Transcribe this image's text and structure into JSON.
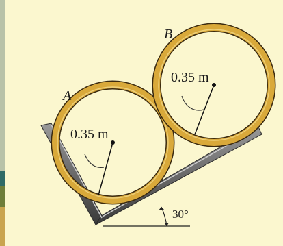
{
  "figure": {
    "pipe_a": {
      "label": "A",
      "radius_label": "0.35 m"
    },
    "pipe_b": {
      "label": "B",
      "radius_label": "0.35 m"
    },
    "angle_label": "30°"
  },
  "colors": {
    "background": "#fbf7cf",
    "pipe_gold": "#d9a93a",
    "pipe_outline": "#3a2a10",
    "support_gray": "#6e6e6e",
    "support_dark": "#2e2e2e"
  }
}
